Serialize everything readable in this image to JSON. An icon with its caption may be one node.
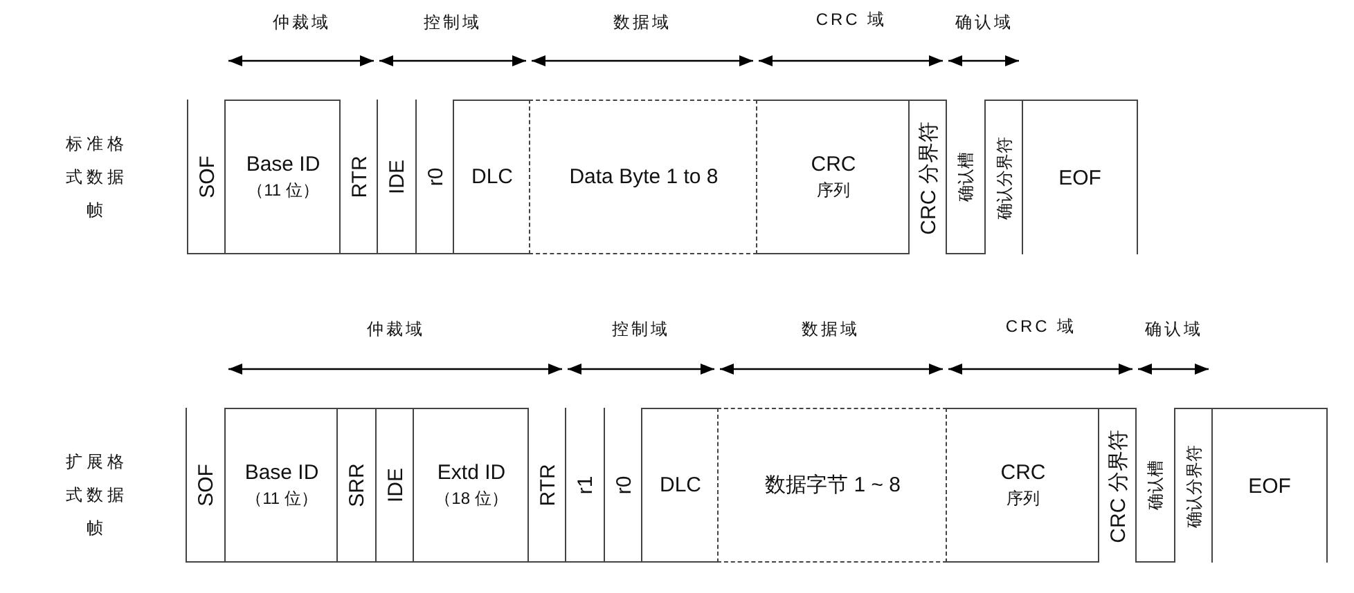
{
  "diagram": {
    "nodes": [
      {
        "text": [
          "SOF"
        ]
      },
      {
        "text": [
          "Base ID",
          "（11 位）"
        ]
      },
      {
        "text": [
          "RTR"
        ]
      },
      {
        "text": [
          "IDE"
        ]
      },
      {
        "text": [
          "r0"
        ]
      },
      {
        "text": [
          "DLC"
        ]
      },
      {
        "text": [
          "Data Byte 1 to 8"
        ]
      },
      {
        "text": [
          "CRC",
          "序列"
        ]
      },
      {
        "text": [
          "CRC 分界符"
        ]
      },
      {
        "text": [
          "确认槽"
        ]
      },
      {
        "text": [
          "确认分界符"
        ]
      },
      {
        "text": [
          "EOF"
        ]
      },
      {
        "text": [
          "SOF"
        ]
      },
      {
        "text": [
          "Base ID",
          "（11 位）"
        ]
      },
      {
        "text": [
          "SRR"
        ]
      },
      {
        "text": [
          "IDE"
        ]
      },
      {
        "text": [
          "Extd ID",
          "（18 位）"
        ]
      },
      {
        "text": [
          "RTR"
        ]
      },
      {
        "text": [
          "r1"
        ]
      },
      {
        "text": [
          "r0"
        ]
      },
      {
        "text": [
          "DLC"
        ]
      },
      {
        "text": [
          "数据字节 1 ~ 8"
        ]
      },
      {
        "text": [
          "CRC",
          "序列"
        ]
      },
      {
        "text": [
          "CRC 分界符"
        ]
      },
      {
        "text": [
          "确认槽"
        ]
      },
      {
        "text": [
          "确认分界符"
        ]
      },
      {
        "text": [
          "EOF"
        ]
      }
    ],
    "labels": [
      "仲裁域",
      "控制域",
      "数据域",
      "CRC 域",
      "确认域",
      "标准格式数据帧",
      "仲裁域",
      "控制域",
      "数据域",
      "CRC 域",
      "确认域",
      "扩展格式数据帧"
    ]
  }
}
